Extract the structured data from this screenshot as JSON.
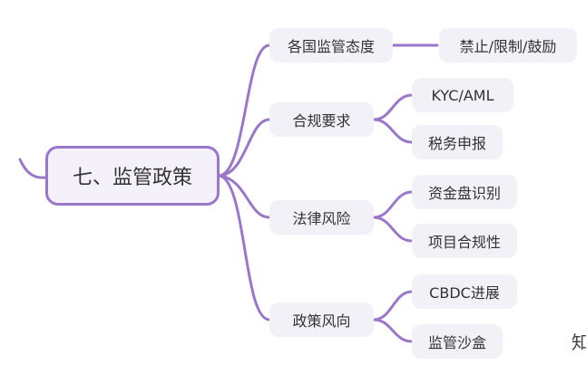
{
  "root": {
    "label": "七、监管政策"
  },
  "branches": [
    {
      "label": "各国监管态度",
      "children": [
        "禁止/限制/鼓励"
      ]
    },
    {
      "label": "合规要求",
      "children": [
        "KYC/AML",
        "税务申报"
      ]
    },
    {
      "label": "法律风险",
      "children": [
        "资金盘识别",
        "项目合规性"
      ]
    },
    {
      "label": "政策风向",
      "children": [
        "CBDC进展",
        "监管沙盒"
      ]
    }
  ],
  "edge_fragment": "知",
  "colors": {
    "connector": "#9a77c9",
    "node_fill": "#f3f1f8",
    "root_border": "#9a77c9",
    "text": "#333333"
  }
}
